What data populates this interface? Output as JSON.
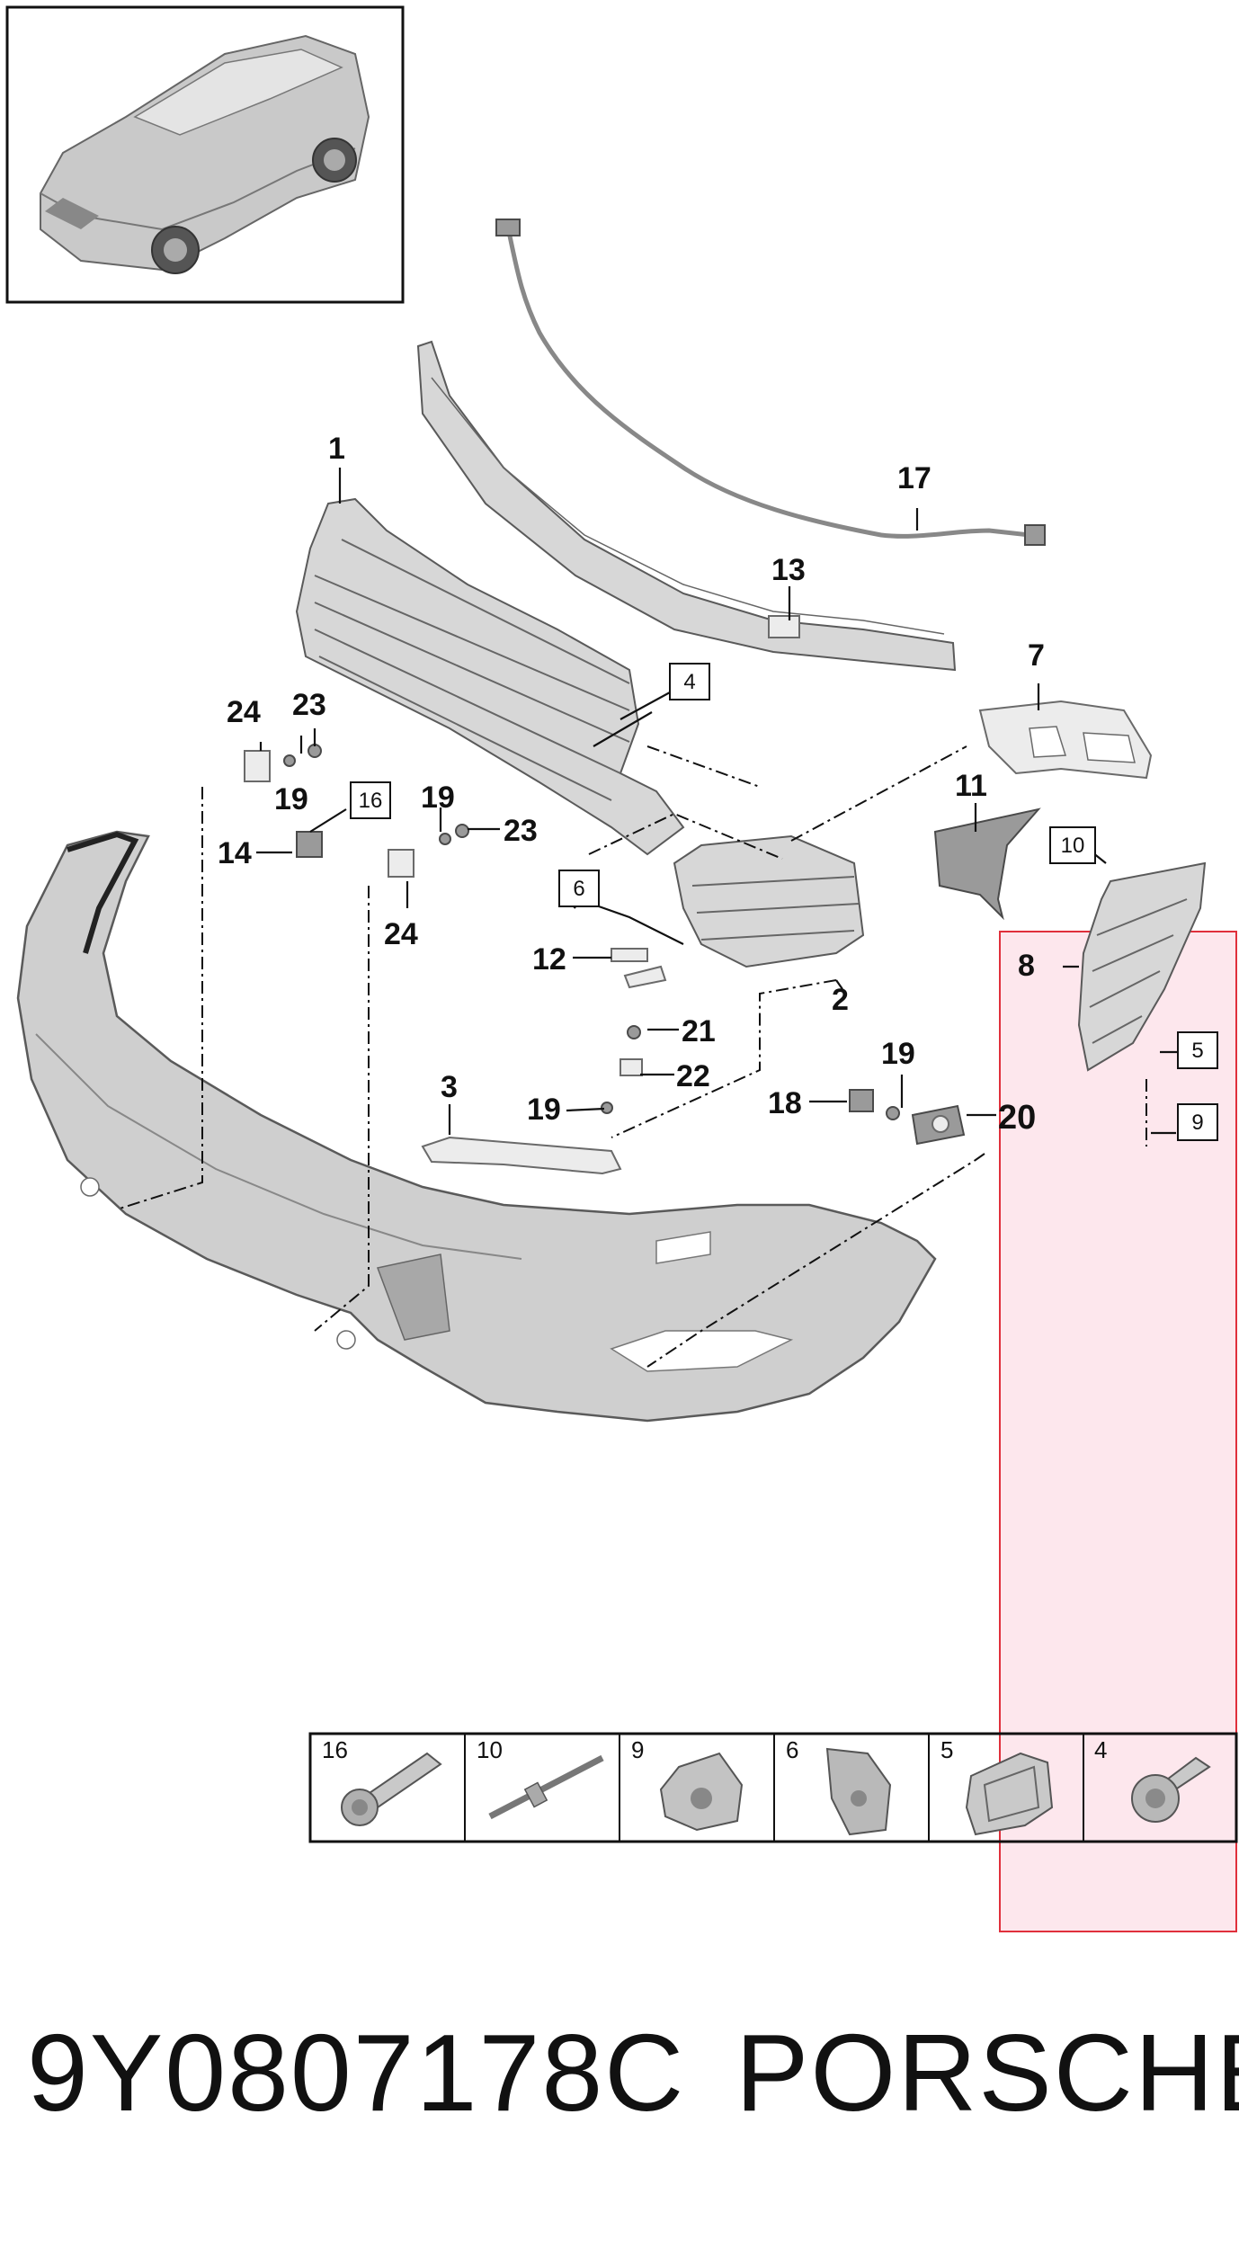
{
  "callouts": {
    "c1": "1",
    "c2": "2",
    "c3": "3",
    "c7": "7",
    "c8": "8",
    "c11": "11",
    "c12": "12",
    "c13": "13",
    "c14": "14",
    "c17": "17",
    "c18": "18",
    "c19a": "19",
    "c19b": "19",
    "c19c": "19",
    "c19d": "19",
    "c20": "20",
    "c21": "21",
    "c22": "22",
    "c23a": "23",
    "c23b": "23",
    "c24a": "24",
    "c24b": "24"
  },
  "boxed_callouts": {
    "b4": "4",
    "b5": "5",
    "b6": "6",
    "b9": "9",
    "b10": "10",
    "b16": "16"
  },
  "parts_strip": [
    {
      "label": "16",
      "icon": "bolt-icon"
    },
    {
      "label": "10",
      "icon": "rivet-pin-icon"
    },
    {
      "label": "9",
      "icon": "clip-nut-icon"
    },
    {
      "label": "6",
      "icon": "bracket-plate-icon"
    },
    {
      "label": "5",
      "icon": "spring-clip-icon"
    },
    {
      "label": "4",
      "icon": "flange-screw-icon"
    }
  ],
  "footer": {
    "part_number": "9Y0807178C",
    "brand": "PORSCHE"
  },
  "colors": {
    "highlight_fill": "#fde3ea",
    "highlight_stroke": "#e0303c",
    "part_gray": "#d7d7d7"
  }
}
